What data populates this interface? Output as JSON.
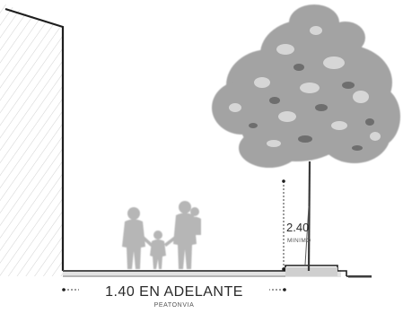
{
  "width_label": {
    "value": "1.40 EN ADELANTE",
    "caption": "PEATONVIA"
  },
  "height_label": {
    "value": "2.40",
    "caption": "MINIMO"
  },
  "colors": {
    "line": "#1e1e1e",
    "hatch": "#c4c4c4",
    "tree": "#9a9a9a",
    "people": "#b8b8b8",
    "ground": "#d8d8d8"
  },
  "icons": [
    "wall-hatch",
    "tree-illustration",
    "family-silhouette"
  ]
}
